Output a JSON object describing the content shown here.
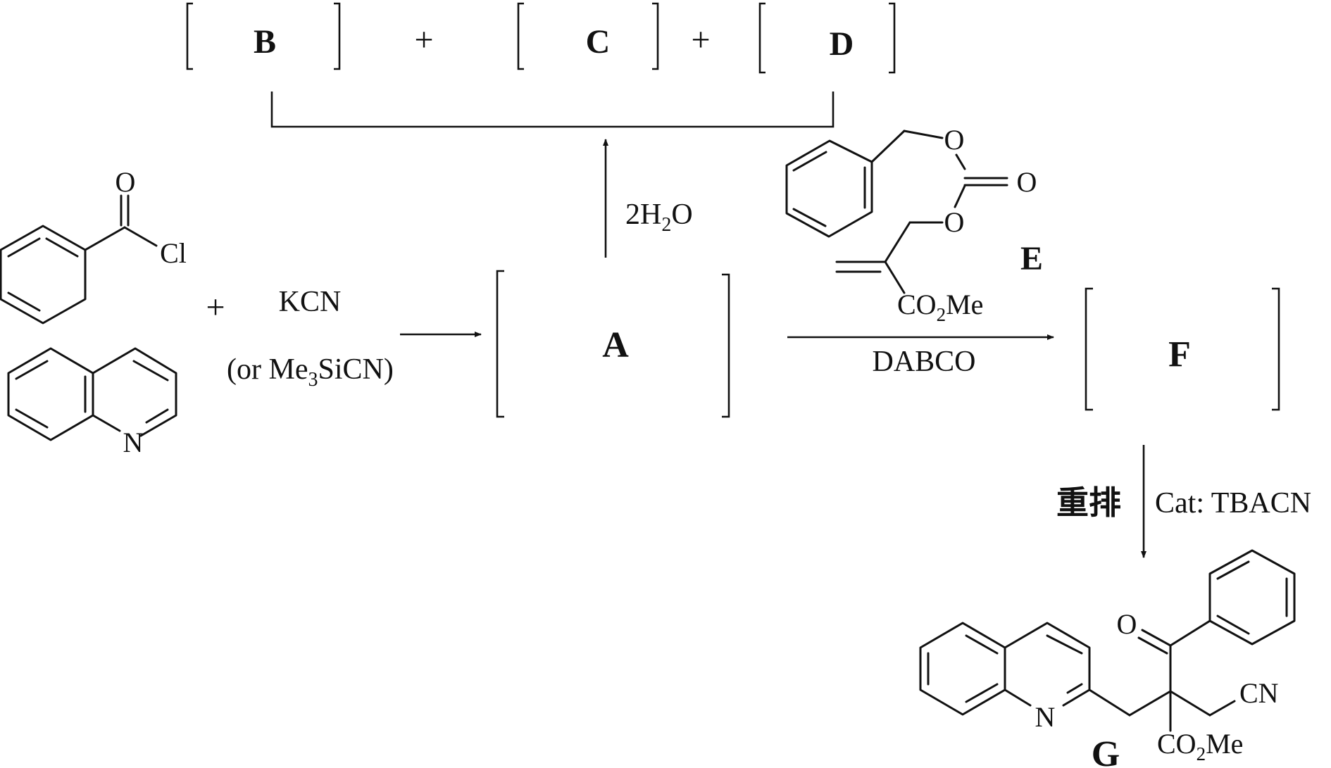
{
  "compounds": {
    "A": "A",
    "B": "B",
    "C": "C",
    "D": "D",
    "E": "E",
    "F": "F",
    "G": "G"
  },
  "plus_signs": [
    "+",
    "+",
    "+"
  ],
  "atoms": {
    "acyl_O": "O",
    "acyl_Cl": "Cl",
    "quinoline_N": "N",
    "carbonate_O_top": "O",
    "carbonate_O_dbl": "O",
    "carbonate_O_bottom": "O",
    "product_O": "O",
    "product_N": "N",
    "product_CN": "CN"
  },
  "groups": {
    "E_ester": "CO2Me",
    "G_ester": "CO2Me"
  },
  "reagents": {
    "kcn": "KCN",
    "alt_open": "(or Me",
    "alt_sub": "3",
    "alt_close": "SiCN)",
    "water_coef": "2H",
    "water_sub": "2",
    "water_tail": "O",
    "base": "DABCO",
    "rearrangement": "重排",
    "catalyst": "Cat: TBACN"
  },
  "ester_parts": {
    "pre": "CO",
    "sub": "2",
    "post": "Me"
  }
}
